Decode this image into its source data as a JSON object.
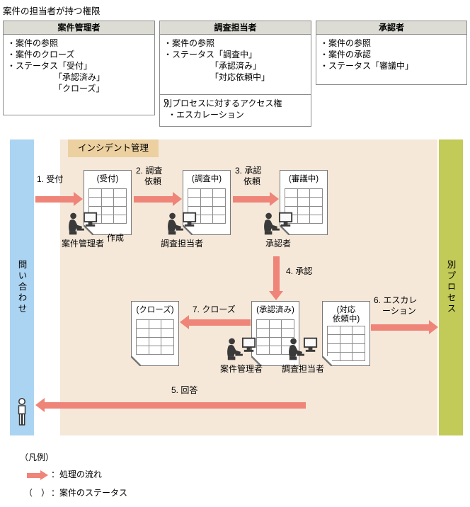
{
  "title": "案件の担当者が持つ権限",
  "colors": {
    "arrow": "#ef8478",
    "table_header_bg": "#dcdcd4",
    "incident_area_bg": "#f5e8d9",
    "incident_label_bg": "#ecd0a0",
    "inquiry_bar_bg": "#abd4f2",
    "other_process_bg": "#c2ca58"
  },
  "permissions": {
    "columns": [
      {
        "header": "案件管理者",
        "lines": [
          "・案件の参照",
          "・案件のクローズ",
          "・ステータス「受付」",
          "　　　　　　「承認済み」",
          "　　　　　　「クローズ」"
        ]
      },
      {
        "header": "調査担当者",
        "lines": [
          "・案件の参照",
          "・ステータス「調査中」",
          "　　　　　　「承認済み」",
          "　　　　　　「対応依頼中」"
        ],
        "sub_title": "別プロセスに対するアクセス権",
        "sub_lines": [
          "・エスカレーション"
        ]
      },
      {
        "header": "承認者",
        "lines": [
          "・案件の参照",
          "・案件の承認",
          "・ステータス「審議中」"
        ]
      }
    ]
  },
  "diagram": {
    "inquiry_label": "問い合わせ",
    "incident_label": "インシデント管理",
    "other_process_label": "別プロセス",
    "statuses": {
      "uketsuke": "(受付)",
      "chousa": "(調査中)",
      "shingi": "(審議中)",
      "close": "(クローズ)",
      "shounin": "(承認済み)",
      "taiou": "(対応\n依頼中)"
    },
    "flows": {
      "f1": "1. 受付",
      "f2": "2. 調査\n　依頼",
      "f3": "3. 承認\n　依頼",
      "f4": "4. 承認",
      "f5": "5. 回答",
      "f6": "6. エスカレ\n　ーション",
      "f7": "7. クローズ"
    },
    "actors": {
      "a1": "案件管理者",
      "a1_note": "作成",
      "a2": "調査担当者",
      "a3": "承認者",
      "a4": "案件管理者",
      "a5": "調査担当者"
    }
  },
  "legend": {
    "title": "（凡例）",
    "flow_label": "：処理の流れ",
    "status_symbol": "（　）",
    "status_label": "：案件のステータス"
  }
}
